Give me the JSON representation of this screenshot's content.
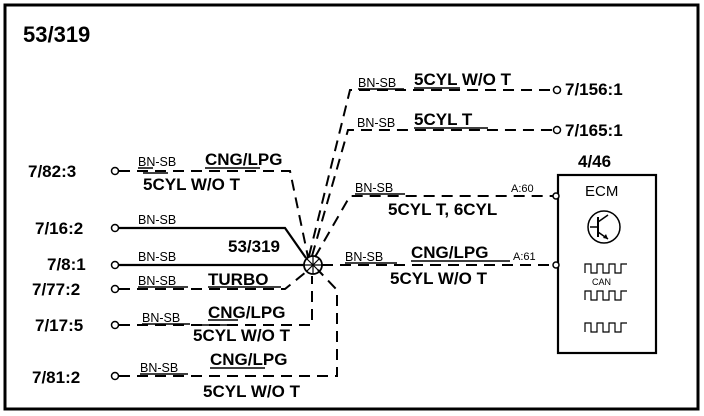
{
  "diagram_id": "53/319",
  "splice": {
    "id": "53/319"
  },
  "ecm": {
    "ref": "4/46",
    "label": "ECM",
    "can_label": "CAN"
  },
  "connectors": {
    "c782": "7/82:3",
    "c716": "7/16:2",
    "c781b": "7/8:1",
    "c777": "7/77:2",
    "c717": "7/17:5",
    "c781": "7/81:2",
    "c7156": "7/156:1",
    "c7165": "7/165:1"
  },
  "wires": {
    "w1": {
      "color": "BN-SB",
      "label": "CNG/LPG",
      "label2": "5CYL W/O T"
    },
    "w2": {
      "color": "BN-SB"
    },
    "w3": {
      "color": "BN-SB"
    },
    "w4": {
      "color": "BN-SB",
      "label": "TURBO"
    },
    "w5": {
      "color": "BN-SB",
      "label": "CNG/LPG",
      "label2": "5CYL W/O T"
    },
    "w6": {
      "color": "BN-SB",
      "label": "CNG/LPG",
      "label2": "5CYL W/O T"
    },
    "w7": {
      "color": "BN-SB",
      "label": "5CYL W/O T"
    },
    "w8": {
      "color": "BN-SB",
      "label": "5CYL T"
    },
    "w9": {
      "color": "BN-SB",
      "label": "5CYL T, 6CYL",
      "pin": "A:60"
    },
    "w10": {
      "color": "BN-SB",
      "label": "CNG/LPG",
      "label2": "5CYL W/O T",
      "pin": "A:61"
    }
  }
}
